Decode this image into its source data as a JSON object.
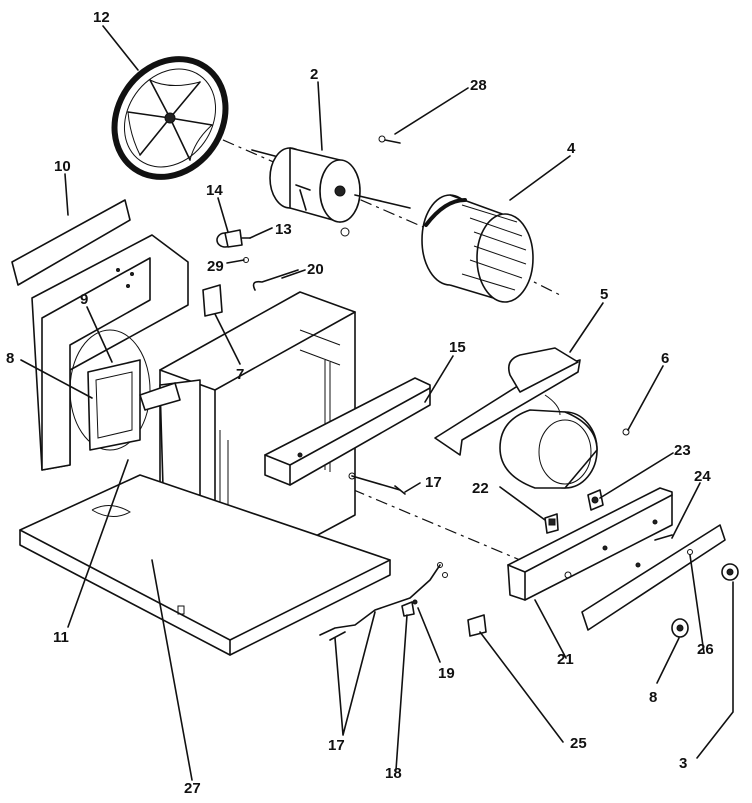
{
  "callouts": [
    {
      "id": "c12",
      "text": "12"
    },
    {
      "id": "c2",
      "text": "2"
    },
    {
      "id": "c28",
      "text": "28"
    },
    {
      "id": "c4",
      "text": "4"
    },
    {
      "id": "c10",
      "text": "10"
    },
    {
      "id": "c14",
      "text": "14"
    },
    {
      "id": "c13",
      "text": "13"
    },
    {
      "id": "c29",
      "text": "29"
    },
    {
      "id": "c20",
      "text": "20"
    },
    {
      "id": "c9",
      "text": "9"
    },
    {
      "id": "c8a",
      "text": "8"
    },
    {
      "id": "c7",
      "text": "7"
    },
    {
      "id": "c5",
      "text": "5"
    },
    {
      "id": "c15",
      "text": "15"
    },
    {
      "id": "c6",
      "text": "6"
    },
    {
      "id": "c23",
      "text": "23"
    },
    {
      "id": "c17a",
      "text": "17"
    },
    {
      "id": "c22",
      "text": "22"
    },
    {
      "id": "c24",
      "text": "24"
    },
    {
      "id": "c11",
      "text": "11"
    },
    {
      "id": "c21",
      "text": "21"
    },
    {
      "id": "c26",
      "text": "26"
    },
    {
      "id": "c19",
      "text": "19"
    },
    {
      "id": "c8b",
      "text": "8"
    },
    {
      "id": "c25",
      "text": "25"
    },
    {
      "id": "c17b",
      "text": "17"
    },
    {
      "id": "c18",
      "text": "18"
    },
    {
      "id": "c3",
      "text": "3"
    },
    {
      "id": "c27",
      "text": "27"
    }
  ]
}
